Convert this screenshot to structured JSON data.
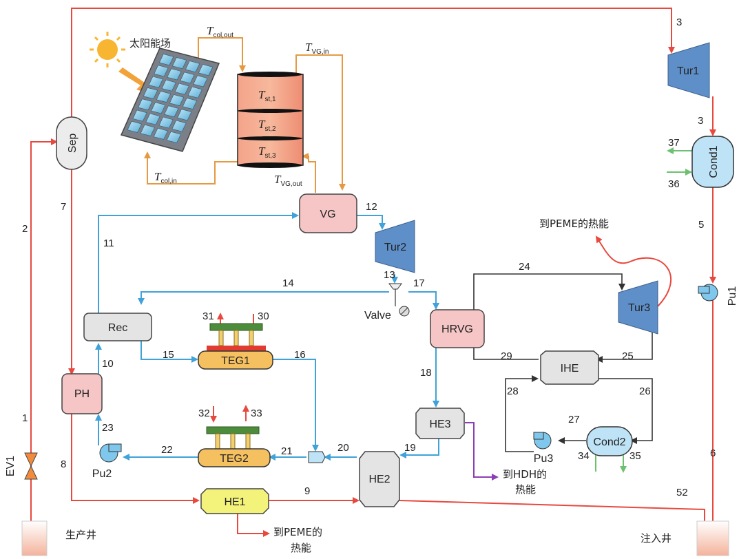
{
  "colors": {
    "hot": "#e8493f",
    "loop": "#3fa2d8",
    "solar": "#e59a42",
    "cycle": "#333333",
    "coolant": "#6cc070",
    "hdh": "#8a3fb5",
    "turbine": "#5f8fc9",
    "heater": "#f6c6c6",
    "teg": "#f5c060"
  },
  "components": {
    "sep": "Sep",
    "tur1": "Tur1",
    "cond1": "Cond1",
    "pu1": "Pu1",
    "vg": "VG",
    "tur2": "Tur2",
    "valve": "Valve",
    "rec": "Rec",
    "teg1": "TEG1",
    "teg2": "TEG2",
    "ph": "PH",
    "pu2": "Pu2",
    "hrvg": "HRVG",
    "tur3": "Tur3",
    "ihe": "IHE",
    "cond2": "Cond2",
    "pu3": "Pu3",
    "he1": "HE1",
    "he2": "HE2",
    "he3": "HE3",
    "ev1": "EV1"
  },
  "labels": {
    "solar_field": "太阳能场",
    "production_well": "生产井",
    "injection_well": "注入井",
    "heat_to_peme_top": "到PEME的热能",
    "heat_to_peme_bottom_1": "到PEME的",
    "heat_to_peme_bottom_2": "热能",
    "heat_to_hdh_1": "到HDH的",
    "heat_to_hdh_2": "热能"
  },
  "temperatures": {
    "t_col_out": {
      "main": "T",
      "sub": "col,out"
    },
    "t_col_in": {
      "main": "T",
      "sub": "col,in"
    },
    "t_vg_in": {
      "main": "T",
      "sub": "VG,in"
    },
    "t_vg_out": {
      "main": "T",
      "sub": "VG,out"
    },
    "t_st1": {
      "main": "T",
      "sub": "st,1"
    },
    "t_st2": {
      "main": "T",
      "sub": "st,2"
    },
    "t_st3": {
      "main": "T",
      "sub": "st,3"
    }
  },
  "streams": [
    "1",
    "2",
    "3",
    "3",
    "5",
    "6",
    "7",
    "8",
    "9",
    "10",
    "11",
    "12",
    "13",
    "14",
    "15",
    "16",
    "17",
    "18",
    "19",
    "20",
    "21",
    "22",
    "23",
    "24",
    "25",
    "26",
    "27",
    "28",
    "29",
    "30",
    "31",
    "32",
    "33",
    "34",
    "35",
    "36",
    "37",
    "52"
  ]
}
